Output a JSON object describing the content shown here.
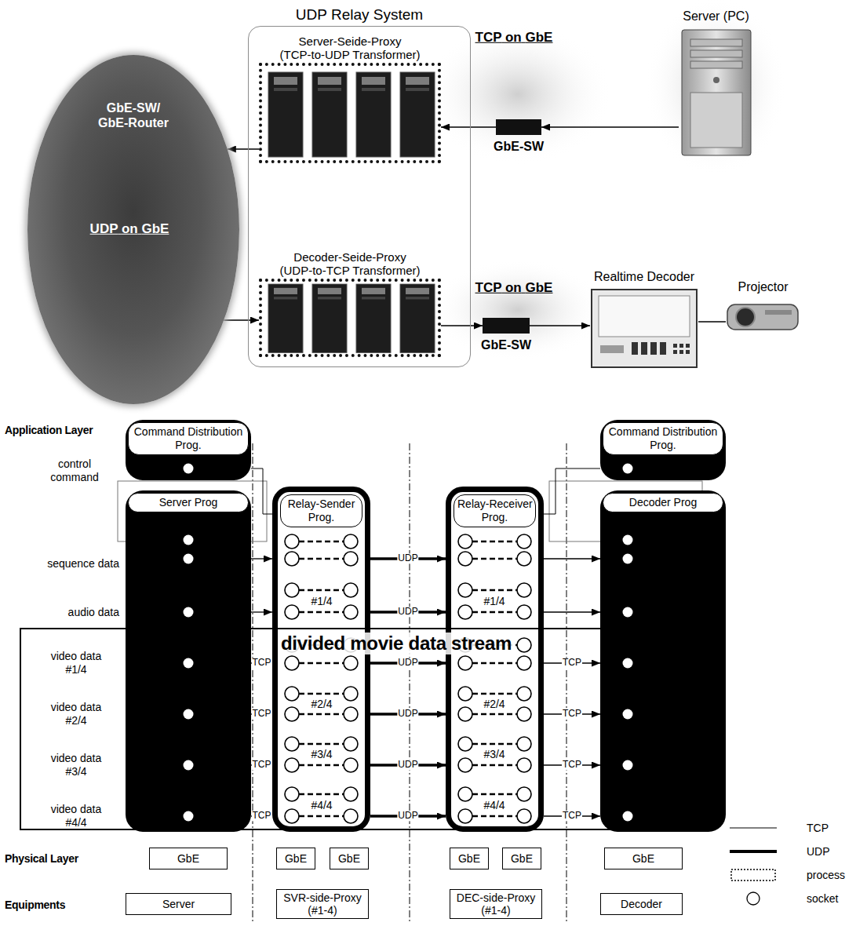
{
  "diagram": {
    "nodes": [
      {
        "text": [
          "UDP Relay System"
        ]
      },
      {
        "text": [
          "Server-Seide-Proxy (TCP-to-UDP Transformer)"
        ],
        "in": 0
      },
      {
        "text": [
          "Server (PC)"
        ]
      },
      {
        "text": [
          "GbE-SW"
        ]
      },
      {
        "text": [
          "GbE-SW/ GbE-Router"
        ]
      },
      {
        "text": [
          "Decoder-Seide-Proxy (UDP-to-TCP Transformer)"
        ],
        "in": 0
      },
      {
        "text": [
          "Realtime Decoder"
        ]
      },
      {
        "text": [
          "Projector"
        ]
      },
      {
        "text": [
          "GbE-SW"
        ]
      },
      {
        "text": [
          "Command Distribution Prog."
        ]
      },
      {
        "text": [
          "Server Prog"
        ]
      },
      {
        "text": [
          "Relay-Sender Prog."
        ]
      },
      {
        "text": [
          "Relay-Receiver Prog."
        ]
      },
      {
        "text": [
          "Command Distribution Prog."
        ]
      },
      {
        "text": [
          "Decoder Prog"
        ]
      },
      {
        "text": [
          "divided movie data stream"
        ]
      },
      {
        "text": [
          "GbE"
        ]
      },
      {
        "text": [
          "GbE"
        ]
      },
      {
        "text": [
          "GbE"
        ]
      },
      {
        "text": [
          "GbE"
        ]
      },
      {
        "text": [
          "GbE"
        ]
      },
      {
        "text": [
          "GbE"
        ]
      },
      {
        "text": [
          "Server"
        ]
      },
      {
        "text": [
          "SVR-side-Proxy (#1-4)"
        ]
      },
      {
        "text": [
          "DEC-side-Proxy (#1-4)"
        ]
      },
      {
        "text": [
          "Decoder"
        ]
      }
    ],
    "edges": [
      {
        "from": 2,
        "to": 3,
        "arrow": "to"
      },
      {
        "from": 3,
        "to": 1,
        "arrow": "to"
      },
      {
        "from": 1,
        "to": 4,
        "arrow": "to"
      },
      {
        "from": 4,
        "to": 5,
        "arrow": "to"
      },
      {
        "from": 5,
        "to": 8,
        "arrow": "to"
      },
      {
        "from": 8,
        "to": 6,
        "arrow": "to"
      },
      {
        "from": 6,
        "to": 7,
        "arrow": "none"
      },
      {
        "from": 9,
        "to": 11,
        "arrow": "none"
      },
      {
        "from": 13,
        "to": 12,
        "arrow": "none"
      },
      {
        "from": 10,
        "to": 11,
        "arrow": "to"
      },
      {
        "from": 10,
        "to": 11,
        "arrow": "to"
      },
      {
        "from": 10,
        "to": 11,
        "label": "TCP",
        "arrow": "to"
      },
      {
        "from": 10,
        "to": 11,
        "label": "TCP",
        "arrow": "to"
      },
      {
        "from": 10,
        "to": 11,
        "label": "TCP",
        "arrow": "to"
      },
      {
        "from": 10,
        "to": 11,
        "label": "TCP",
        "arrow": "to"
      },
      {
        "from": 11,
        "to": 12,
        "label": "UDP",
        "arrow": "to"
      },
      {
        "from": 11,
        "to": 12,
        "label": "UDP",
        "arrow": "to"
      },
      {
        "from": 11,
        "to": 12,
        "label": "UDP",
        "arrow": "to"
      },
      {
        "from": 11,
        "to": 12,
        "label": "UDP",
        "arrow": "to"
      },
      {
        "from": 11,
        "to": 12,
        "label": "UDP",
        "arrow": "to"
      },
      {
        "from": 11,
        "to": 12,
        "label": "UDP",
        "arrow": "to"
      },
      {
        "from": 12,
        "to": 14,
        "arrow": "to"
      },
      {
        "from": 12,
        "to": 14,
        "arrow": "to"
      },
      {
        "from": 12,
        "to": 14,
        "label": "TCP",
        "arrow": "to"
      },
      {
        "from": 12,
        "to": 14,
        "label": "TCP",
        "arrow": "to"
      },
      {
        "from": 12,
        "to": 14,
        "label": "TCP",
        "arrow": "to"
      },
      {
        "from": 12,
        "to": 14,
        "label": "TCP",
        "arrow": "to"
      }
    ],
    "labels": [
      "TCP on GbE",
      "UDP on GbE",
      "TCP on GbE",
      "Application Layer",
      "control command",
      "sequence data",
      "audio data",
      "video data #1/4",
      "video data #2/4",
      "video data #3/4",
      "video data #4/4",
      "Physical Layer",
      "Equipments",
      "#1/4",
      "#2/4",
      "#3/4",
      "#4/4",
      "#1/4",
      "#2/4",
      "#3/4",
      "#4/4"
    ],
    "legend": [
      {
        "text": "TCP"
      },
      {
        "text": "UDP"
      },
      {
        "text": "process"
      },
      {
        "text": "socket"
      }
    ]
  }
}
